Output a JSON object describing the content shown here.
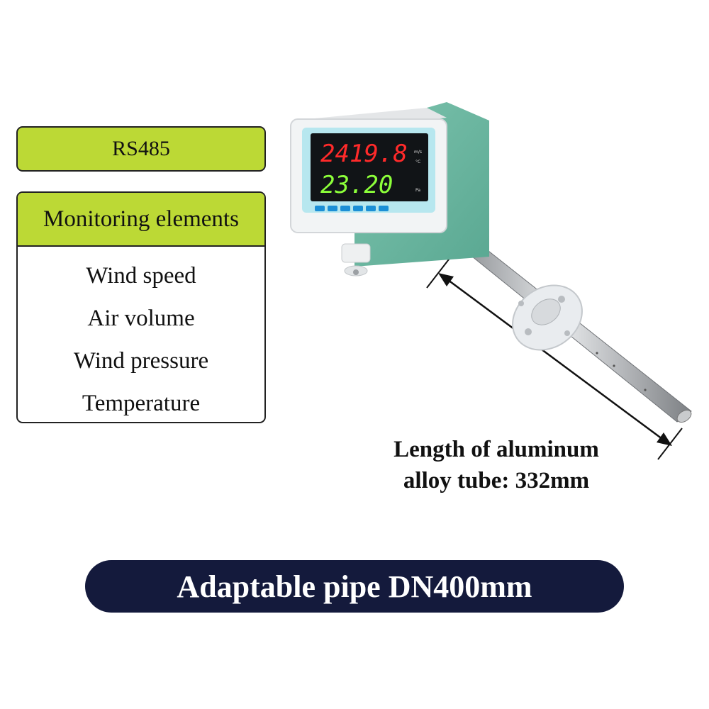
{
  "protocol_badge": {
    "label": "RS485"
  },
  "monitoring": {
    "header": "Monitoring elements",
    "items": [
      "Wind speed",
      "Air volume",
      "Wind pressure",
      "Temperature"
    ]
  },
  "device_display": {
    "top_reading": "2419.8",
    "bottom_reading": "23.20",
    "top_unit_1": "m/s",
    "top_unit_2": "°C",
    "bottom_unit": "Pa",
    "top_color": "#ff2a2a",
    "bottom_color": "#8cff3a"
  },
  "tube_length": {
    "line1": "Length of aluminum",
    "line2": "alloy tube: 332mm"
  },
  "pipe_banner": {
    "label": "Adaptable pipe DN400mm"
  },
  "colors": {
    "accent_green": "#bcd935",
    "banner_navy": "#141a3c",
    "housing_teal": "#6fb9a4"
  }
}
